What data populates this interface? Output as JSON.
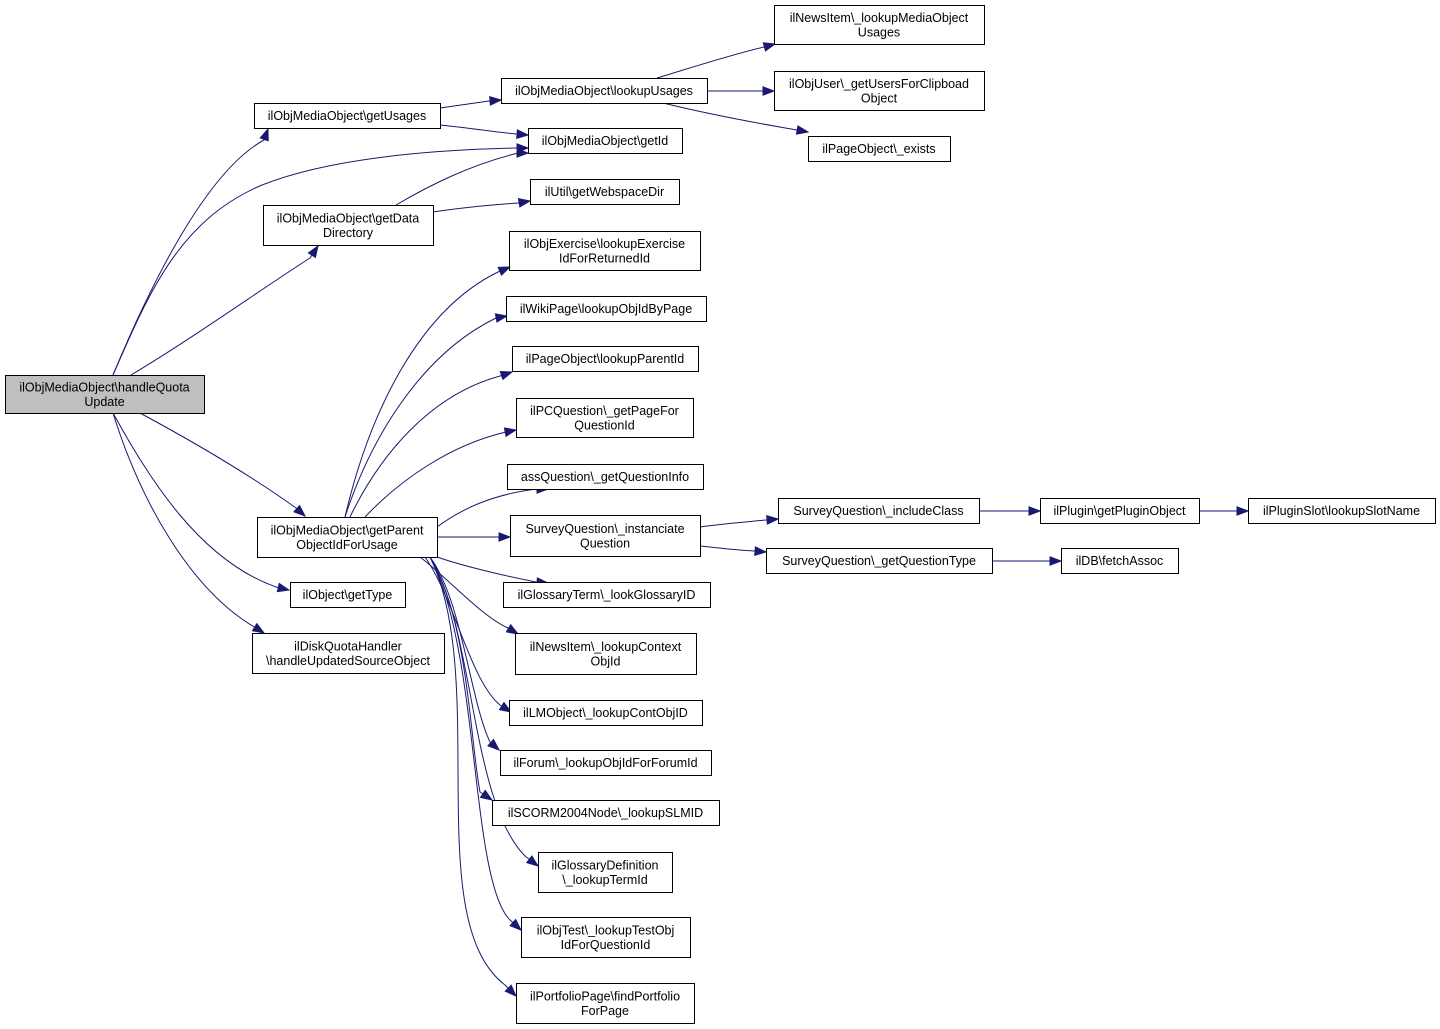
{
  "nodes": {
    "root": [
      "ilObjMediaObject\\handleQuota",
      "Update"
    ],
    "getUsages": [
      "ilObjMediaObject\\getUsages"
    ],
    "lookupUsages": [
      "ilObjMediaObject\\lookupUsages"
    ],
    "newsItemUsages": [
      "ilNewsItem\\_lookupMediaObject",
      "Usages"
    ],
    "userClipboard": [
      "ilObjUser\\_getUsersForClipboad",
      "Object"
    ],
    "pageExists": [
      "ilPageObject\\_exists"
    ],
    "getId": [
      "ilObjMediaObject\\getId"
    ],
    "getDataDirectory": [
      "ilObjMediaObject\\getData",
      "Directory"
    ],
    "webspaceDir": [
      "ilUtil\\getWebspaceDir"
    ],
    "exerciseLookup": [
      "ilObjExercise\\lookupExercise",
      "IdForReturnedId"
    ],
    "wikiLookup": [
      "ilWikiPage\\lookupObjIdByPage"
    ],
    "pageParent": [
      "ilPageObject\\lookupParentId"
    ],
    "pcQuestion": [
      "ilPCQuestion\\_getPageFor",
      "QuestionId"
    ],
    "assQuestion": [
      "assQuestion\\_getQuestionInfo"
    ],
    "surveyInstanciate": [
      "SurveyQuestion\\_instanciate",
      "Question"
    ],
    "surveyInclude": [
      "SurveyQuestion\\_includeClass"
    ],
    "pluginObject": [
      "ilPlugin\\getPluginObject"
    ],
    "slotName": [
      "ilPluginSlot\\lookupSlotName"
    ],
    "surveyType": [
      "SurveyQuestion\\_getQuestionType"
    ],
    "fetchAssoc": [
      "ilDB\\fetchAssoc"
    ],
    "getParent": [
      "ilObjMediaObject\\getParent",
      "ObjectIdForUsage"
    ],
    "glossaryTerm": [
      "ilGlossaryTerm\\_lookGlossaryID"
    ],
    "newsContext": [
      "ilNewsItem\\_lookupContext",
      "ObjId"
    ],
    "lmObject": [
      "ilLMObject\\_lookupContObjID"
    ],
    "forum": [
      "ilForum\\_lookupObjIdForForumId"
    ],
    "scorm": [
      "ilSCORM2004Node\\_lookupSLMID"
    ],
    "glossaryDef": [
      "ilGlossaryDefinition",
      "\\_lookupTermId"
    ],
    "objTest": [
      "ilObjTest\\_lookupTestObj",
      "IdForQuestionId"
    ],
    "portfolio": [
      "ilPortfolioPage\\findPortfolio",
      "ForPage"
    ],
    "getType": [
      "ilObject\\getType"
    ],
    "diskQuota": [
      "ilDiskQuotaHandler",
      "\\handleUpdatedSourceObject"
    ]
  },
  "edges": [
    [
      "root",
      "getUsages"
    ],
    [
      "root",
      "getId"
    ],
    [
      "root",
      "getDataDirectory"
    ],
    [
      "root",
      "getParent"
    ],
    [
      "root",
      "getType"
    ],
    [
      "root",
      "diskQuota"
    ],
    [
      "getUsages",
      "lookupUsages"
    ],
    [
      "getUsages",
      "getId"
    ],
    [
      "lookupUsages",
      "newsItemUsages"
    ],
    [
      "lookupUsages",
      "userClipboard"
    ],
    [
      "lookupUsages",
      "pageExists"
    ],
    [
      "getDataDirectory",
      "getId"
    ],
    [
      "getDataDirectory",
      "webspaceDir"
    ],
    [
      "getParent",
      "exerciseLookup"
    ],
    [
      "getParent",
      "wikiLookup"
    ],
    [
      "getParent",
      "pageParent"
    ],
    [
      "getParent",
      "pcQuestion"
    ],
    [
      "getParent",
      "assQuestion"
    ],
    [
      "getParent",
      "surveyInstanciate"
    ],
    [
      "getParent",
      "glossaryTerm"
    ],
    [
      "getParent",
      "newsContext"
    ],
    [
      "getParent",
      "lmObject"
    ],
    [
      "getParent",
      "forum"
    ],
    [
      "getParent",
      "scorm"
    ],
    [
      "getParent",
      "glossaryDef"
    ],
    [
      "getParent",
      "objTest"
    ],
    [
      "getParent",
      "portfolio"
    ],
    [
      "surveyInstanciate",
      "surveyInclude"
    ],
    [
      "surveyInstanciate",
      "surveyType"
    ],
    [
      "surveyInclude",
      "pluginObject"
    ],
    [
      "pluginObject",
      "slotName"
    ],
    [
      "surveyType",
      "fetchAssoc"
    ]
  ],
  "colors": {
    "edge": "#191970",
    "root_fill": "#bfbfbf",
    "node_fill": "#ffffff",
    "border": "#000000"
  }
}
